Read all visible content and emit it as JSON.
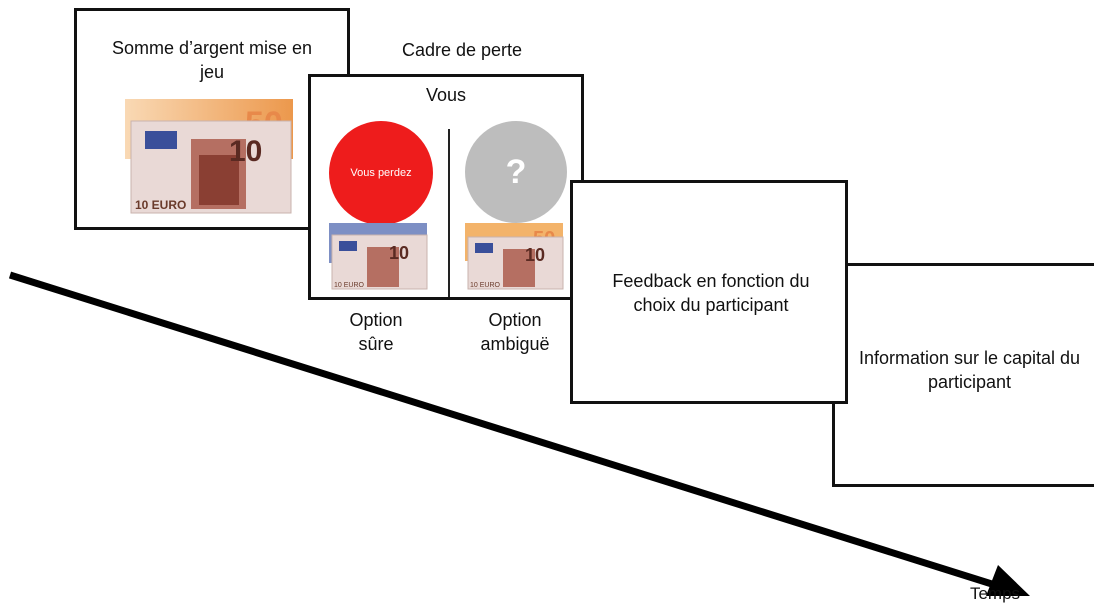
{
  "screen1": {
    "text": "Somme d’argent mise en jeu"
  },
  "frame_title": "Cadre de perte",
  "screen2": {
    "header": "Vous",
    "safe_circle_text": "Vous perdez",
    "ambiguous_circle_text": "?",
    "safe_label": "Option sûre",
    "ambiguous_label": "Option ambiguë"
  },
  "screen3": {
    "text": "Feedback en fonction du choix du participant"
  },
  "screen4": {
    "text": "Information sur le capital du participant"
  },
  "axis_label": "Temps",
  "colors": {
    "loss_red": "#ee1c1c",
    "unknown_gray": "#bdbdbd",
    "arrow": "#000000"
  },
  "banknotes": {
    "front": "10",
    "back": "50",
    "currency": "EURO"
  }
}
